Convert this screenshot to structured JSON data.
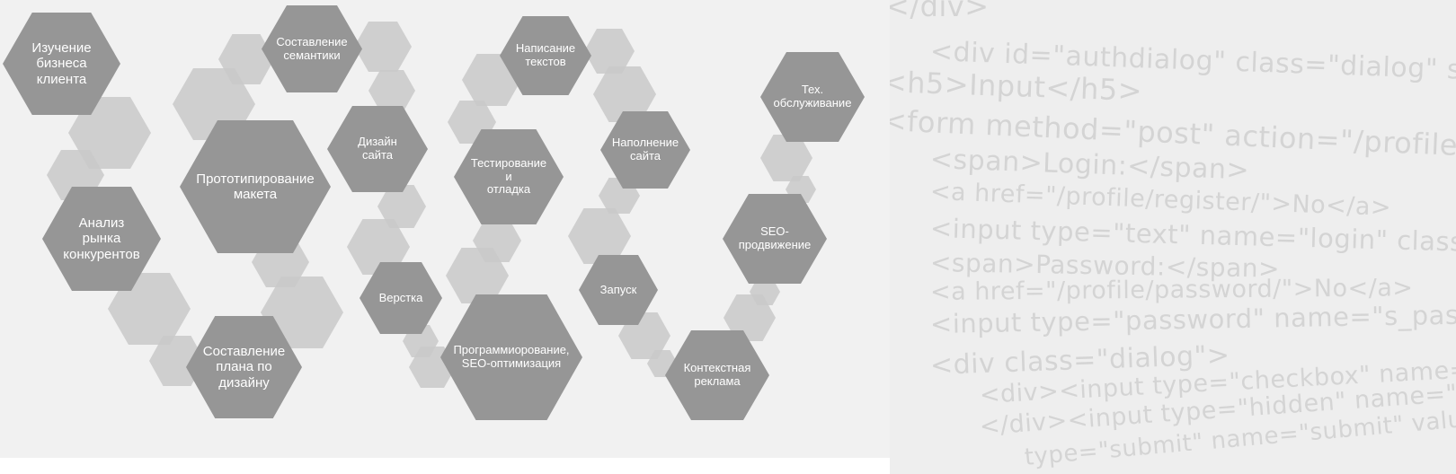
{
  "code_lines": [
    "</div>",
    "<div id=\"authdialog\" class=\"dialog\" style=\"",
    "<h5>Input</h5>",
    "<form method=\"post\" action=\"/profile/login/\">",
    "<span>Login:</span>",
    "<a href=\"/profile/register/\">No</a>",
    "<input type=\"text\" name=\"login\" class=\"di",
    "<span>Password:</span>",
    "<a href=\"/profile/password/\">No</a>",
    "<input type=\"password\" name=\"s_passwo",
    "<div class=\"dialog\">",
    "<div><input type=\"checkbox\" name=\"b",
    "</div><input type=\"hidden\" name=\"s_la",
    "type=\"submit\" name=\"submit\" valu"
  ],
  "steps": [
    {
      "id": "business-study",
      "label": "Изучение\nбизнеса\nклиента"
    },
    {
      "id": "competitor-analysis",
      "label": "Анализ\nрынка\nконкурентов"
    },
    {
      "id": "prototyping",
      "label": "Прототипирование\nмакета"
    },
    {
      "id": "design-plan",
      "label": "Составление\nплана по\nдизайну"
    },
    {
      "id": "semantics",
      "label": "Составление\nсемантики"
    },
    {
      "id": "site-design",
      "label": "Дизайн\nсайта"
    },
    {
      "id": "layout",
      "label": "Верстка"
    },
    {
      "id": "copywriting",
      "label": "Написание\nтекстов"
    },
    {
      "id": "testing",
      "label": "Тестирование\nи\nотладка"
    },
    {
      "id": "programming",
      "label": "Программиорование,\nSEO-оптимизация"
    },
    {
      "id": "content",
      "label": "Наполнение\nсайта"
    },
    {
      "id": "launch",
      "label": "Запуск"
    },
    {
      "id": "context-ads",
      "label": "Контекстная\nреклама"
    },
    {
      "id": "seo",
      "label": "SEO-\nпродвижение"
    },
    {
      "id": "maintenance",
      "label": "Тех.\nобслуживание"
    }
  ],
  "colors": {
    "main_hex": "#969696",
    "deco_hex": "#c9c9c9",
    "background": "#f1f1f1",
    "code_text": "#d4d4d4"
  }
}
